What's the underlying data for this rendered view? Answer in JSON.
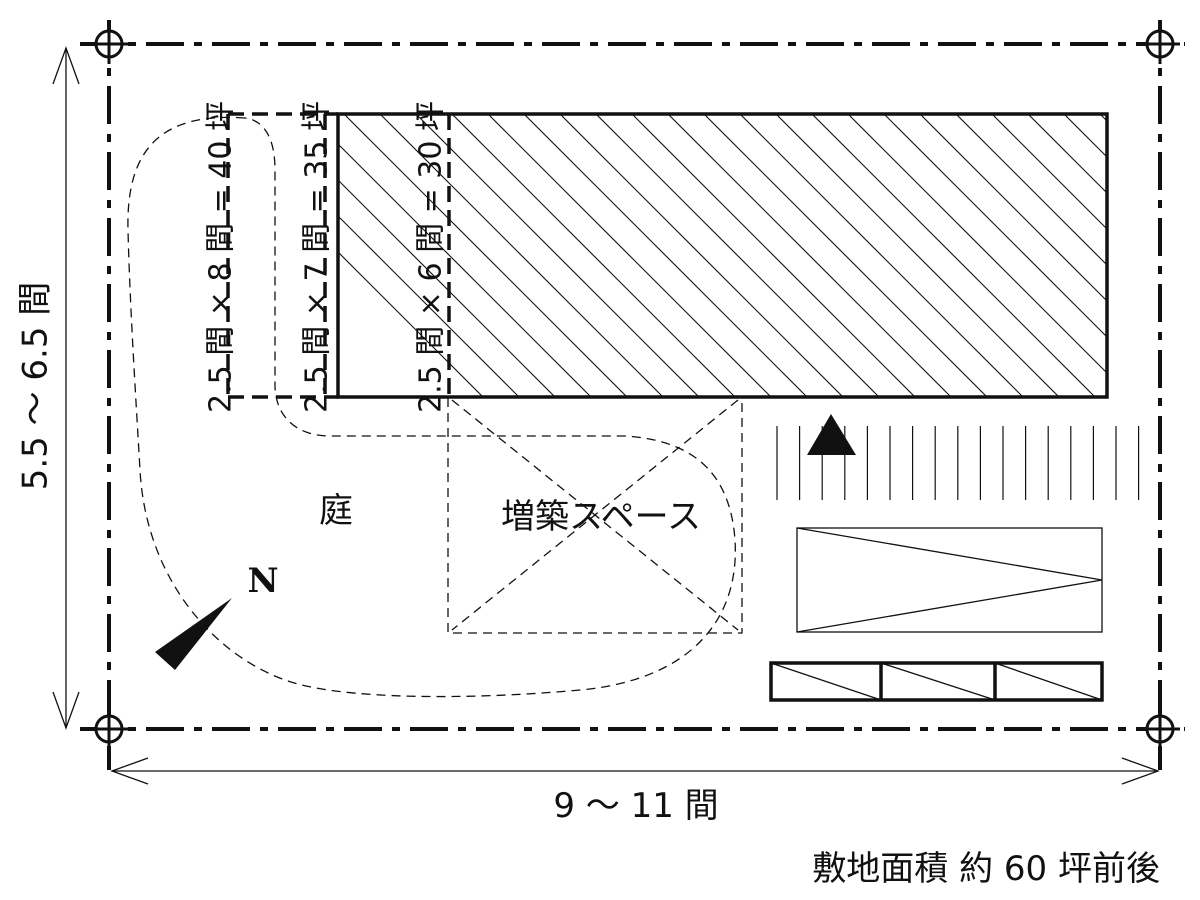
{
  "labels": {
    "option_40": "2.5 間 × 8 間 = 40 坪",
    "option_35": "2.5 間 × 7 間 = 35 坪",
    "option_30": "2.5 間 × 6 間 = 30 坪",
    "garden": "庭",
    "extension_space": "増築スペース",
    "north": "N",
    "depth_dimension": "5.5 〜 6.5 間",
    "width_dimension": "9 〜 11 間",
    "site_area": "敷地面積 約 60 坪前後"
  },
  "colors": {
    "line": "#111111",
    "background": "#ffffff"
  }
}
